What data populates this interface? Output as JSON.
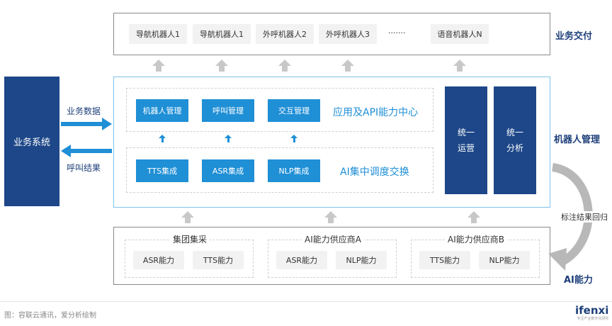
{
  "top_row": {
    "items": [
      "导航机器人1",
      "导航机器人1",
      "外呼机器人2",
      "外呼机器人3",
      "·······",
      "语音机器人N"
    ],
    "label": "业务交付"
  },
  "left": {
    "system": "业务系统",
    "data_label": "业务数据",
    "result_label": "呼叫结果"
  },
  "middle": {
    "app_center": {
      "buttons": [
        "机器人管理",
        "呼叫管理",
        "交互管理"
      ],
      "title": "应用及API能力中心"
    },
    "ai_exchange": {
      "buttons": [
        "TTS集成",
        "ASR集成",
        "NLP集成"
      ],
      "title": "AI集中调度交换"
    },
    "ops": {
      "line1": "统一",
      "line2": "运营"
    },
    "analysis": {
      "line1": "统一",
      "line2": "分析"
    },
    "label": "机器人管理"
  },
  "bottom": {
    "groups": [
      {
        "title": "集团集采",
        "items": [
          "ASR能力",
          "TTS能力"
        ]
      },
      {
        "title": "AI能力供应商A",
        "items": [
          "ASR能力",
          "NLP能力"
        ]
      },
      {
        "title": "AI能力供应商B",
        "items": [
          "TTS能力",
          "NLP能力"
        ]
      }
    ],
    "label": "AI能力",
    "feedback_label": "标注结果回归"
  },
  "footer": {
    "source": "图：容联云通讯，爱分析绘制",
    "brand": "ifenxi",
    "brand_sub": "专注产业数字化研究"
  }
}
